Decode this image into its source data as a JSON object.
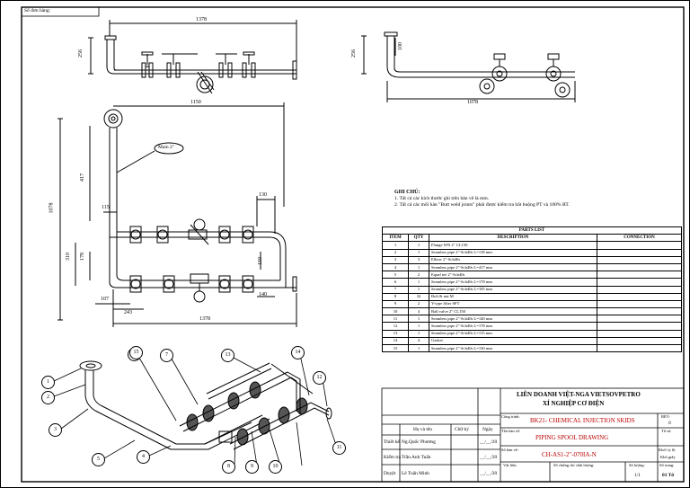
{
  "header": {
    "doc_number_label": "Số đơn hàng:"
  },
  "dimensions": {
    "top_front_width": "1378",
    "top_front_height": "256",
    "top_side_height": "256",
    "top_side_offset": "100",
    "top_side_width": "1078",
    "plan_top_width": "1150",
    "plan_v1": "417",
    "plan_total_height": "1078",
    "plan_130": "130",
    "plan_115": "115",
    "plan_310": "310",
    "plan_178": "178",
    "plan_150": "150",
    "plan_107": "107",
    "plan_140": "140",
    "plan_243": "243",
    "plan_bottom_width": "1378",
    "main_label": "Main 2\""
  },
  "notes": {
    "title": "GHI CHÚ:",
    "lines": [
      "1. Tất cả các kích thước ghi trên bản vẽ là mm.",
      "2. Tất cả các mối hàn \"Butt weld joints\" phải được kiểm tra bắt buộng PT và 100% RT."
    ]
  },
  "parts_list": {
    "title": "PARTS LIST",
    "columns": [
      "ITEM",
      "QTY",
      "DESCRIPTION",
      "CONNECTION"
    ],
    "rows": [
      [
        "1",
        "1",
        "Flange WN 2\" CL150",
        ""
      ],
      [
        "2",
        "1",
        "Seamless pipe 2\"-Sch40s L=118 mm",
        ""
      ],
      [
        "3",
        "3",
        "Elbow 2\"-Sch40s",
        ""
      ],
      [
        "4",
        "1",
        "Seamless pipe 2\"-Sch40s L=417 mm",
        ""
      ],
      [
        "5",
        "2",
        "Equal tee 2\"-Sch40s",
        ""
      ],
      [
        "6",
        "1",
        "Seamless pipe 2\"-Sch40s L=178 mm",
        ""
      ],
      [
        "7",
        "1",
        "Seamless pipe 2\"-Sch40s L=105 mm",
        ""
      ],
      [
        "8",
        "32",
        "Bolt & nut M",
        ""
      ],
      [
        "9",
        "2",
        "Y-type filter SFT",
        ""
      ],
      [
        "10",
        "4",
        "Ball valve 2\" CL150",
        ""
      ],
      [
        "11",
        "1",
        "Seamless pipe 2\"-Sch40s L=140 mm",
        ""
      ],
      [
        "12",
        "1",
        "Seamless pipe 2\"-Sch40s L=178 mm",
        ""
      ],
      [
        "13",
        "1",
        "Seamless pipe 2\"-Sch40s L=115 mm",
        ""
      ],
      [
        "14",
        "4",
        "Gasket",
        ""
      ],
      [
        "15",
        "1",
        "Seamless pipe 2\"-Sch40s L=130 mm",
        ""
      ]
    ]
  },
  "title_block": {
    "company_line1": "LIÊN DOANH VIỆT-NGA VIETSOVPETRO",
    "company_line2": "XÍ NGHIỆP CƠ ĐIỆN",
    "project_label": "Công trình:",
    "project": "BK21- CHEMICAL INJECTION SKIDS",
    "rev_label": "REV:",
    "rev_value": "0",
    "drawing_name_label": "Tên bản vẽ:",
    "drawing_name": "PIPING SPOOL DRAWING",
    "sheet_label": "Tờ số:",
    "scale_label": "Khổ/ tỷ lệ:",
    "drawing_no_label": "Số bản vẽ:",
    "drawing_no": "CH-AS1-2\"-070IA-N",
    "format_label": "Khổ giấy",
    "col_name": "Họ và tên",
    "col_sign": "Chữ ký",
    "col_date": "Ngày",
    "roles": [
      {
        "role": "Thiết kế",
        "name": "Ng.Quốc Phương",
        "date": "__/__/20"
      },
      {
        "role": "Kiểm tra",
        "name": "Trần Anh Tuấn",
        "date": "__/__/20"
      },
      {
        "role": "Duyệt",
        "name": "Lê Tuấn Minh",
        "date": "__/__/20"
      }
    ],
    "bottom_labels": [
      "Vật liệu:",
      "Số chứng chỉ chất lượng:",
      "Số lượng:",
      "Số trang:"
    ],
    "qty_value": "1/1",
    "pages_value": "01 Tờ"
  },
  "balloons": [
    "1",
    "2",
    "3",
    "4",
    "5",
    "6",
    "7",
    "8",
    "9",
    "10",
    "11",
    "12",
    "13",
    "14",
    "15"
  ]
}
